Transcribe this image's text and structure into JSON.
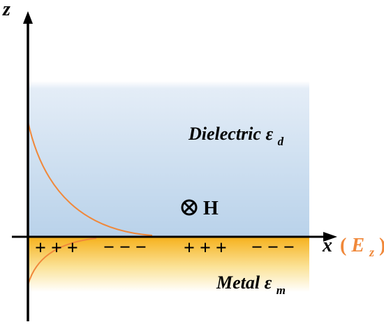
{
  "axes": {
    "z_label": "z",
    "x_label": "x",
    "field_open_paren": "(",
    "field_symbol": "E",
    "field_subscript": "z",
    "field_close_paren": ")"
  },
  "regions": {
    "dielectric_label": "Dielectric ε",
    "dielectric_subscript": "d",
    "metal_label": "Metal ε",
    "metal_subscript": "m"
  },
  "field": {
    "symbol": "⊗",
    "label": "H"
  },
  "charges": {
    "group_1": "+ + +",
    "group_2": "− − −",
    "group_3": "+ + +",
    "group_4": "− − −"
  },
  "colors": {
    "dielectric_top": "#ffffff",
    "dielectric_bottom": "#bcd4ea",
    "metal_top": "#f5b52a",
    "metal_bottom": "#ffffff",
    "curve": "#f0883a",
    "field_label": "#f0883a",
    "axis": "#000000"
  }
}
